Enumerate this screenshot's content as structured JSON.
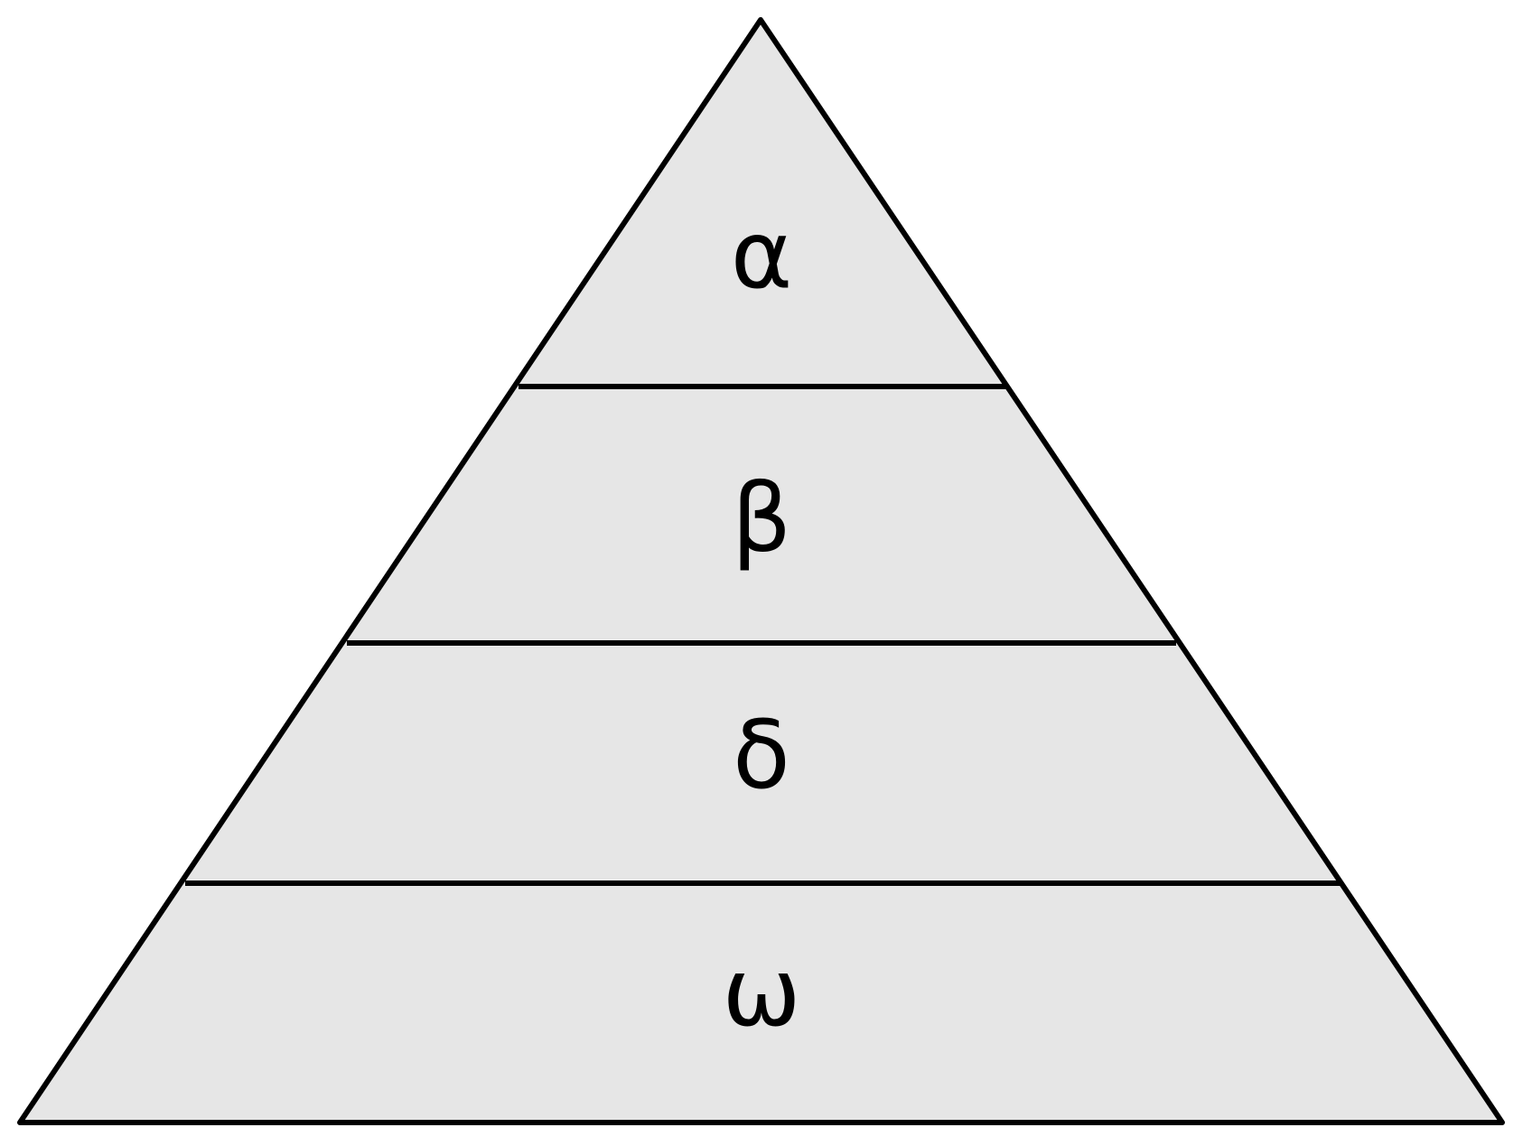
{
  "diagram": {
    "type": "pyramid",
    "fill_color": "#e6e6e6",
    "stroke_color": "#000000",
    "background_color": "#ffffff",
    "tiers": [
      {
        "label": "α"
      },
      {
        "label": "β"
      },
      {
        "label": "δ"
      },
      {
        "label": "ω"
      }
    ]
  }
}
